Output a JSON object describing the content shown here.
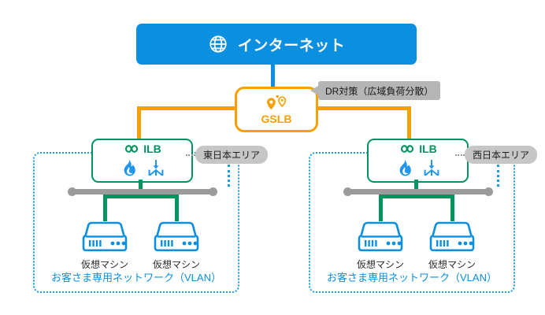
{
  "diagram": {
    "title": "GSLB multi-region network diagram",
    "colors": {
      "internet_blue": "#0b8fe0",
      "gslb_orange": "#f5a003",
      "ilb_green": "#00945e",
      "bus_gray": "#9b9b9b",
      "callout_gray": "#b5b5b5",
      "area_pill_gray": "#c6c6c6",
      "vlan_blue": "#1a9de0",
      "vm_blue": "#0b8fe0"
    }
  },
  "internet": {
    "label": "インターネット",
    "icon": "globe-icon"
  },
  "gslb": {
    "label": "GSLB",
    "icon": "map-pin-icon",
    "callout": {
      "text": "DR対策（広域負荷分散）"
    }
  },
  "regions": [
    {
      "id": "east",
      "area_label": "東日本エリア",
      "ilb": {
        "label": "ILB",
        "icon": "infinity-icon",
        "sub_icons": [
          "firewall-flame-icon",
          "load-balancer-icon"
        ]
      },
      "vlan_label": "お客さま専用ネットワーク（VLAN）",
      "vms": [
        {
          "label": "仮想マシン",
          "icon": "server-icon"
        },
        {
          "label": "仮想マシン",
          "icon": "server-icon"
        }
      ]
    },
    {
      "id": "west",
      "area_label": "西日本エリア",
      "ilb": {
        "label": "ILB",
        "icon": "infinity-icon",
        "sub_icons": [
          "firewall-flame-icon",
          "load-balancer-icon"
        ]
      },
      "vlan_label": "お客さま専用ネットワーク（VLAN）",
      "vms": [
        {
          "label": "仮想マシン",
          "icon": "server-icon"
        },
        {
          "label": "仮想マシン",
          "icon": "server-icon"
        }
      ]
    }
  ]
}
